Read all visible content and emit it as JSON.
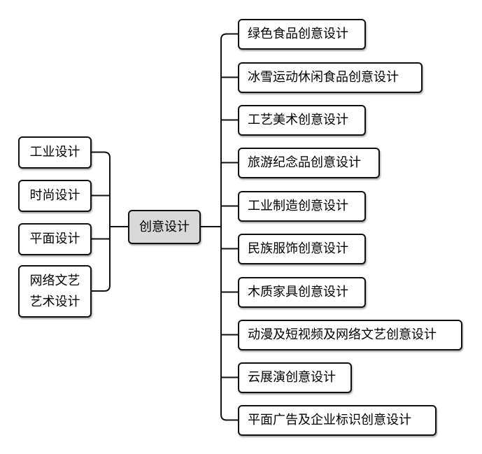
{
  "center": {
    "label": "创意设计"
  },
  "left": [
    {
      "lines": [
        "工业设计"
      ]
    },
    {
      "lines": [
        "时尚设计"
      ]
    },
    {
      "lines": [
        "平面设计"
      ]
    },
    {
      "lines": [
        "网络文艺",
        "艺术设计"
      ]
    }
  ],
  "right": [
    {
      "label": "绿色食品创意设计"
    },
    {
      "label": "冰雪运动休闲食品创意设计"
    },
    {
      "label": "工艺美术创意设计"
    },
    {
      "label": "旅游纪念品创意设计"
    },
    {
      "label": "工业制造创意设计"
    },
    {
      "label": "民族服饰创意设计"
    },
    {
      "label": "木质家具创意设计"
    },
    {
      "label": "动漫及短视频及网络文艺创意设计"
    },
    {
      "label": "云展演创意设计"
    },
    {
      "label": "平面广告及企业标识创意设计"
    }
  ],
  "colors": {
    "center_fill": "#d9d9d9",
    "line": "#111111",
    "box_fill": "#ffffff"
  }
}
